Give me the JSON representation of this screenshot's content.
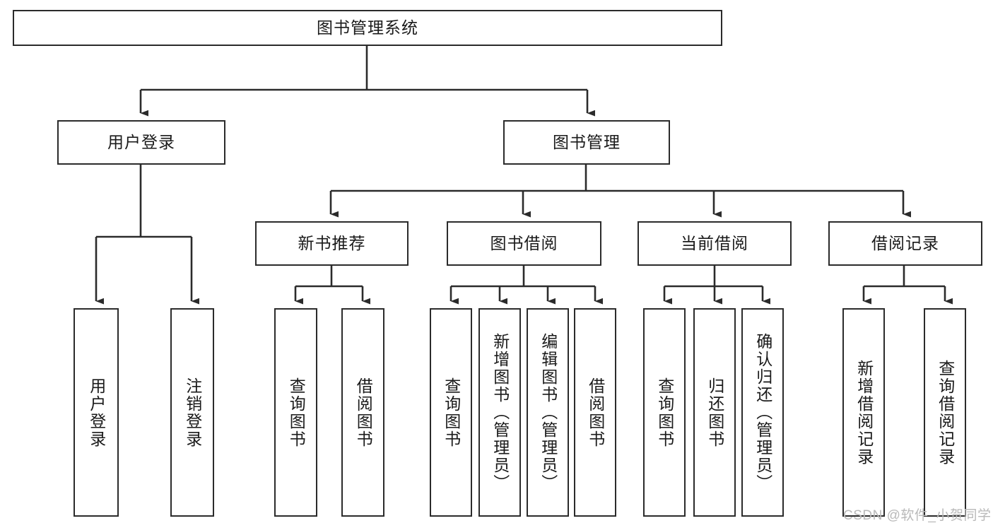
{
  "diagram": {
    "type": "tree",
    "title": "图书管理系统",
    "root": {
      "label": "图书管理系统"
    },
    "level2": [
      {
        "label": "用户登录"
      },
      {
        "label": "图书管理"
      }
    ],
    "level3": [
      {
        "label": "新书推荐",
        "parent": "图书管理"
      },
      {
        "label": "图书借阅",
        "parent": "图书管理"
      },
      {
        "label": "当前借阅",
        "parent": "图书管理"
      },
      {
        "label": "借阅记录",
        "parent": "图书管理"
      }
    ],
    "leaves": {
      "user_login": [
        {
          "label": "用户登录"
        },
        {
          "label": "注销登录"
        }
      ],
      "new_book_recommend": [
        {
          "label": "查询图书"
        },
        {
          "label": "借阅图书"
        }
      ],
      "book_borrow": [
        {
          "label": "查询图书"
        },
        {
          "label": "新增图书（管理员）"
        },
        {
          "label": "编辑图书（管理员）"
        },
        {
          "label": "借阅图书"
        }
      ],
      "current_borrow": [
        {
          "label": "查询图书"
        },
        {
          "label": "归还图书"
        },
        {
          "label": "确认归还（管理员）"
        }
      ],
      "borrow_record": [
        {
          "label": "新增借阅记录"
        },
        {
          "label": "查询借阅记录"
        }
      ]
    }
  },
  "watermark": {
    "text": "CSDN @软件_小贺同学"
  },
  "colors": {
    "stroke": "#2b2b2b",
    "fill": "#ffffff",
    "text": "#1a1a1a",
    "watermark": "#b9b9b9"
  }
}
